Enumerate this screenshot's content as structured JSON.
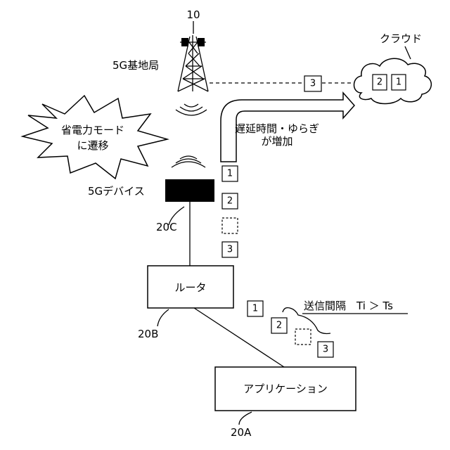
{
  "labels": {
    "base_station": "5G基地局",
    "base_station_ref": "10",
    "cloud": "クラウド",
    "power_save_line1": "省電力モード",
    "power_save_line2": "に遷移",
    "device": "5Gデバイス",
    "device_ref": "20C",
    "delay_line1": "遅延時間・ゆらぎ",
    "delay_line2": "が増加",
    "router": "ルータ",
    "router_ref": "20B",
    "interval": "送信間隔　Ti ＞ Ts",
    "application": "アプリケーション",
    "application_ref": "20A"
  },
  "packets": {
    "link": "3",
    "cloud_a": "2",
    "cloud_b": "1",
    "stack_1": "1",
    "stack_2": "2",
    "stack_3": "3",
    "app_1": "1",
    "app_2": "2",
    "app_3": "3"
  }
}
